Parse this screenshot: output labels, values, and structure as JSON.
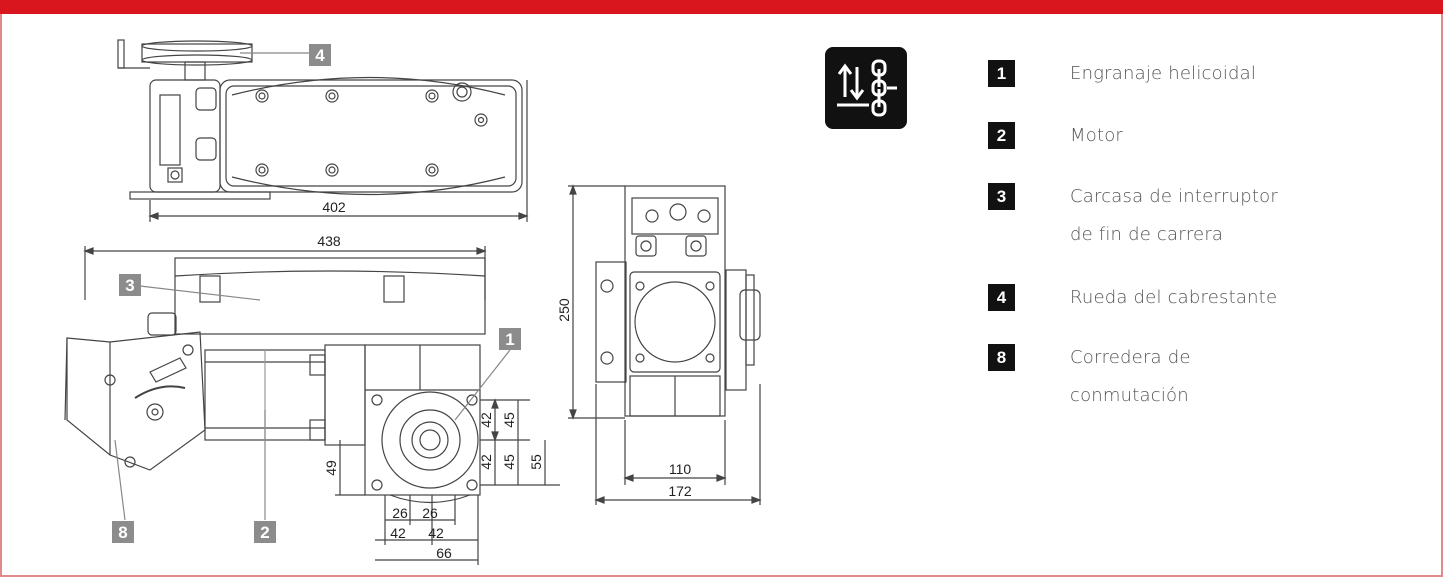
{
  "colors": {
    "accent_red": "#d9161e",
    "border_pink": "#e08a8a",
    "callout_grey": "#8c8c8c",
    "legend_black": "#111111"
  },
  "drawing": {
    "dimensions": {
      "top_width": "402",
      "side_width": "438",
      "d42_a": "42",
      "d45_a": "45",
      "d42_b": "42",
      "d45_b": "45",
      "d55": "55",
      "d49": "49",
      "d26_a": "26",
      "d26_b": "26",
      "d42_c": "42",
      "d42_d": "42",
      "d66": "66",
      "end_height": "250",
      "d110": "110",
      "d172": "172"
    },
    "callouts": {
      "c4": "4",
      "c3": "3",
      "c1": "1",
      "c8": "8",
      "c2": "2"
    }
  },
  "icon": {
    "name": "up-down-arrows-chain-icon"
  },
  "legend": {
    "items": [
      {
        "num": "1",
        "lines": [
          "Engranaje helicoidal"
        ]
      },
      {
        "num": "2",
        "lines": [
          "Motor"
        ]
      },
      {
        "num": "3",
        "lines": [
          "Carcasa de interruptor",
          "de fin de carrera"
        ]
      },
      {
        "num": "4",
        "lines": [
          "Rueda del cabrestante"
        ]
      },
      {
        "num": "8",
        "lines": [
          "Corredera de",
          "conmutación"
        ]
      }
    ]
  }
}
